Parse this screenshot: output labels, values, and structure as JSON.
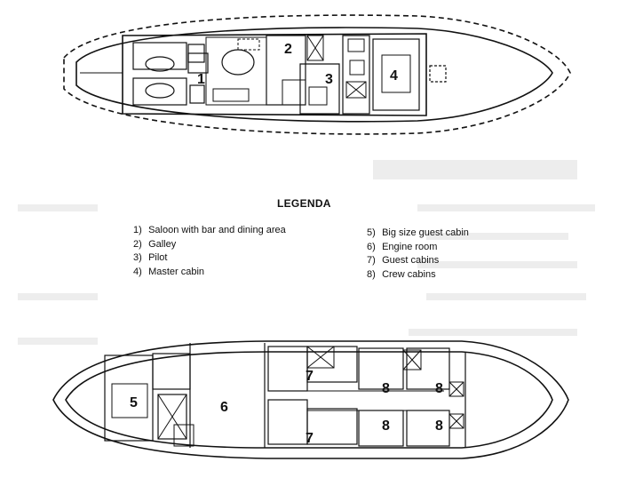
{
  "legend": {
    "title": "LEGENDA",
    "left": [
      {
        "key": "1)",
        "label": "Saloon with bar and dining area"
      },
      {
        "key": "2)",
        "label": "Galley"
      },
      {
        "key": "3)",
        "label": "Pilot"
      },
      {
        "key": "4)",
        "label": "Master cabin"
      }
    ],
    "right": [
      {
        "key": "5)",
        "label": "Big size guest cabin"
      },
      {
        "key": "6)",
        "label": "Engine room"
      },
      {
        "key": "7)",
        "label": "Guest cabins"
      },
      {
        "key": "8)",
        "label": "Crew cabins"
      }
    ]
  },
  "upper_deck_labels": [
    "1",
    "2",
    "3",
    "4"
  ],
  "lower_deck_labels": [
    "5",
    "6",
    "7",
    "7",
    "8",
    "8",
    "8",
    "8"
  ]
}
